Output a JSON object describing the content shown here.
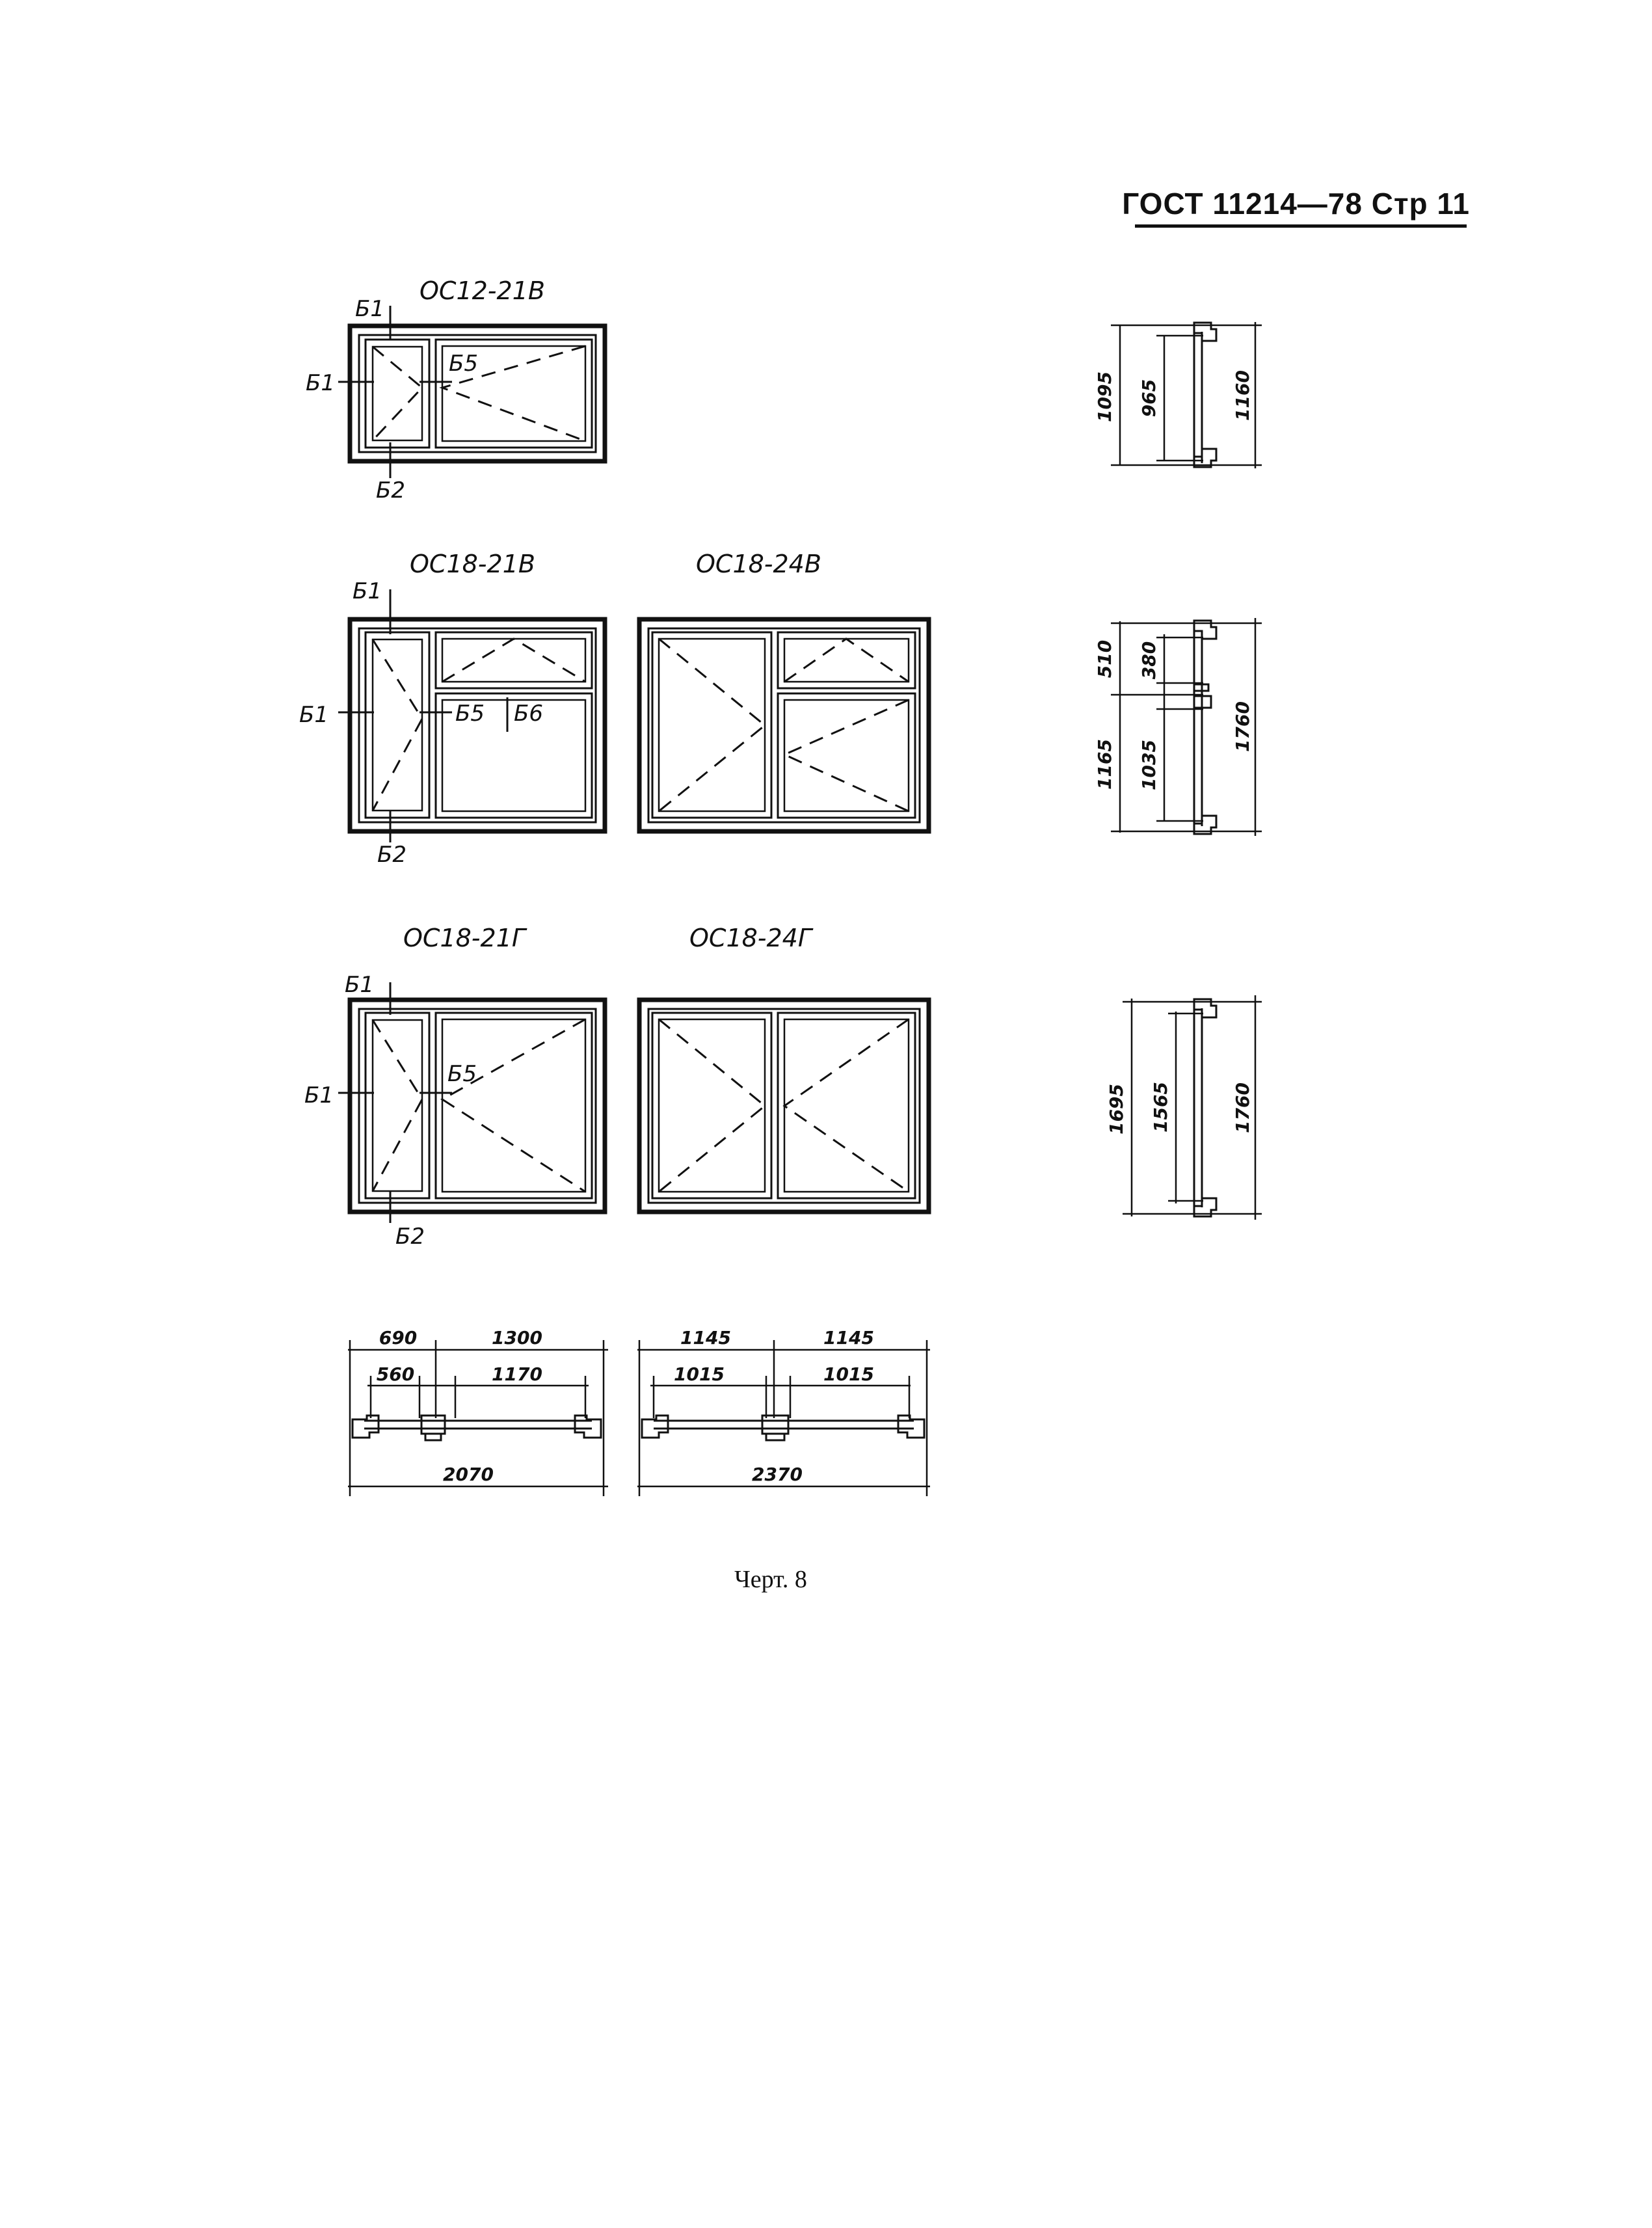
{
  "header": {
    "text": "ГОСТ 11214—78 Стр 11"
  },
  "windows": {
    "w1": {
      "name": "ОС12-21В"
    },
    "w2": {
      "name": "ОС18-21В"
    },
    "w3": {
      "name": "ОС18-24В"
    },
    "w4": {
      "name": "ОС18-21Г"
    },
    "w5": {
      "name": "ОС18-24Г"
    }
  },
  "section_marks": {
    "b1": "Б1",
    "b2": "Б2",
    "b5": "Б5",
    "b6": "Б6"
  },
  "side_sections": {
    "s1": {
      "outer": "1160",
      "middle": "1095",
      "inner": "965"
    },
    "s2": {
      "upper_outer": "510",
      "upper_inner": "380",
      "lower_outer": "1165",
      "lower_inner": "1035",
      "total": "1760"
    },
    "s3": {
      "outer": "1695",
      "inner": "1565",
      "total": "1760"
    }
  },
  "plan_sections": {
    "left": {
      "d1": "690",
      "d2": "1300",
      "d3": "560",
      "d4": "1170",
      "total": "2070"
    },
    "right": {
      "d1": "1145",
      "d2": "1145",
      "d3": "1015",
      "d4": "1015",
      "total": "2370"
    }
  },
  "caption": "Черт. 8"
}
